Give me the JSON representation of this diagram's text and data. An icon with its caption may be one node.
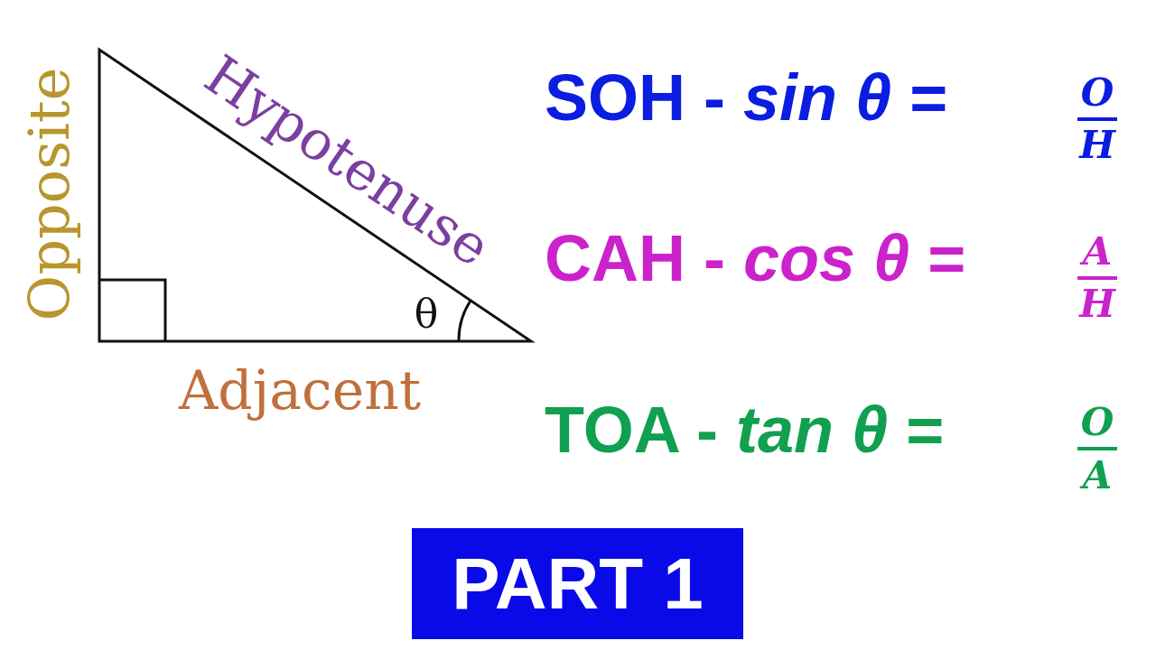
{
  "diagram": {
    "nodes": [
      {
        "text": [
          "PART 1"
        ]
      }
    ],
    "edges": [],
    "labels": [
      "Opposite",
      "Hypotenuse",
      "θ",
      "Adjacent",
      "SOH - *sin θ* =",
      "O",
      "H",
      "CAH - *cos θ* =",
      "A",
      "H",
      "TOA - *tan θ* =",
      "O",
      "A"
    ]
  }
}
